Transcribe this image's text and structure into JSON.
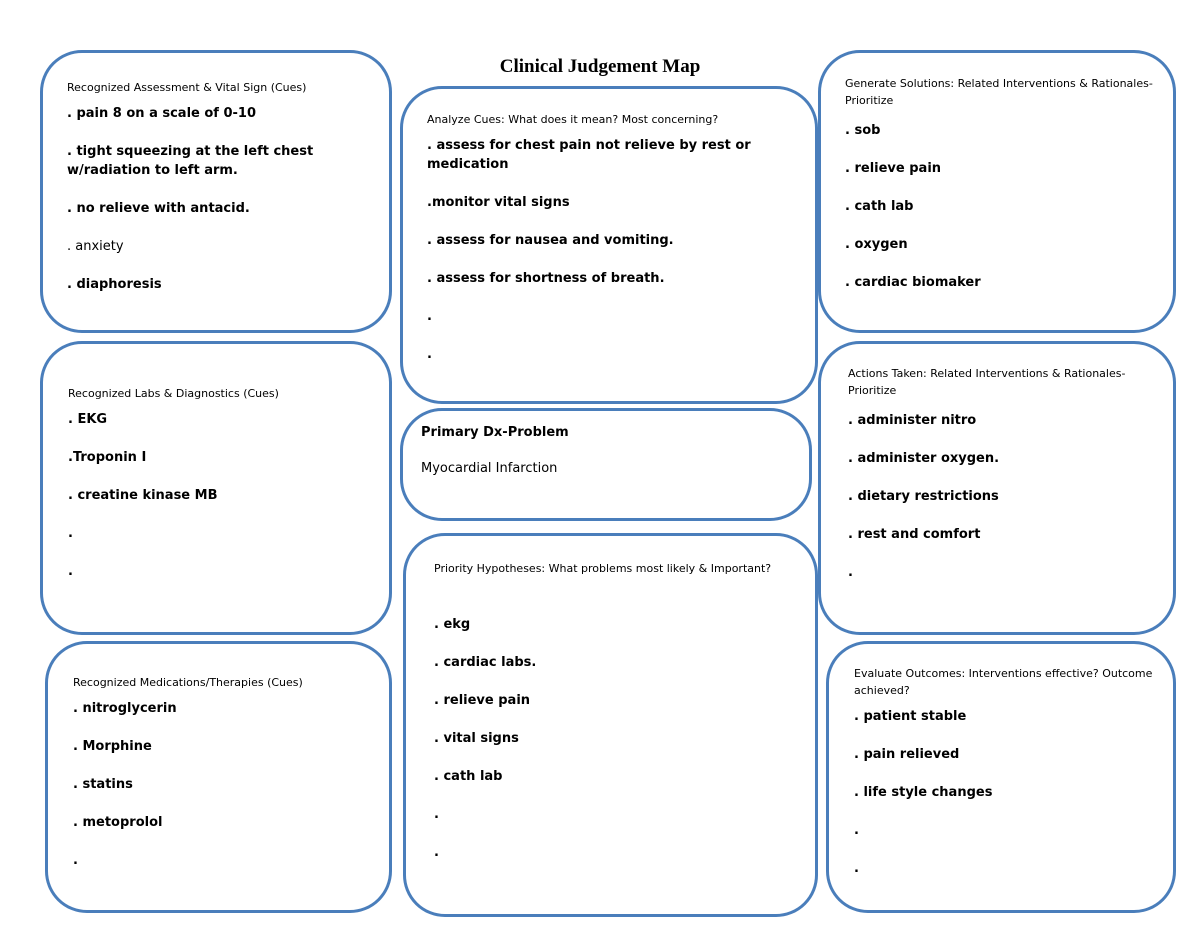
{
  "title": "Clinical Judgement Map",
  "assessment": {
    "header": "Recognized  Assessment & Vital Sign (Cues)",
    "items": [
      ". pain 8 on a scale of 0-10",
      ". tight squeezing at the left chest w/radiation to left arm.",
      ". no relieve with antacid.",
      ". anxiety",
      ". diaphoresis"
    ]
  },
  "labs": {
    "header": "Recognized  Labs & Diagnostics (Cues)",
    "items": [
      ". EKG",
      ".Troponin I",
      ". creatine kinase MB",
      ".",
      "."
    ]
  },
  "medications": {
    "header": "Recognized Medications/Therapies (Cues)",
    "items": [
      ". nitroglycerin",
      ". Morphine",
      ". statins",
      ". metoprolol",
      "."
    ]
  },
  "analyze": {
    "header": "Analyze Cues: What does it mean? Most concerning?",
    "items": [
      ". assess for chest pain not relieve by rest or medication",
      ".monitor vital signs",
      ". assess for nausea and vomiting.",
      ". assess for shortness of breath.",
      ".",
      "."
    ]
  },
  "primary": {
    "header": "Primary Dx-Problem",
    "value": "Myocardial Infarction"
  },
  "hypotheses": {
    "header": "Priority Hypotheses: What problems most likely & Important?",
    "items": [
      ". ekg",
      ". cardiac labs.",
      ". relieve pain",
      ". vital signs",
      ". cath lab",
      ".",
      "."
    ]
  },
  "solutions": {
    "header": "Generate Solutions: Related Interventions & Rationales-Prioritize",
    "items": [
      ". sob",
      ". relieve pain",
      ". cath lab",
      ". oxygen",
      ". cardiac biomaker"
    ]
  },
  "actions": {
    "header": "Actions Taken: Related Interventions & Rationales-Prioritize",
    "items": [
      ". administer nitro",
      ". administer oxygen.",
      ". dietary restrictions",
      ". rest and comfort",
      "."
    ]
  },
  "outcomes": {
    "header": "Evaluate Outcomes: Interventions effective? Outcome achieved?",
    "items": [
      ". patient stable",
      ". pain relieved",
      ". life style changes",
      ".",
      "."
    ]
  },
  "colors": {
    "border": "#4a7ebb"
  }
}
